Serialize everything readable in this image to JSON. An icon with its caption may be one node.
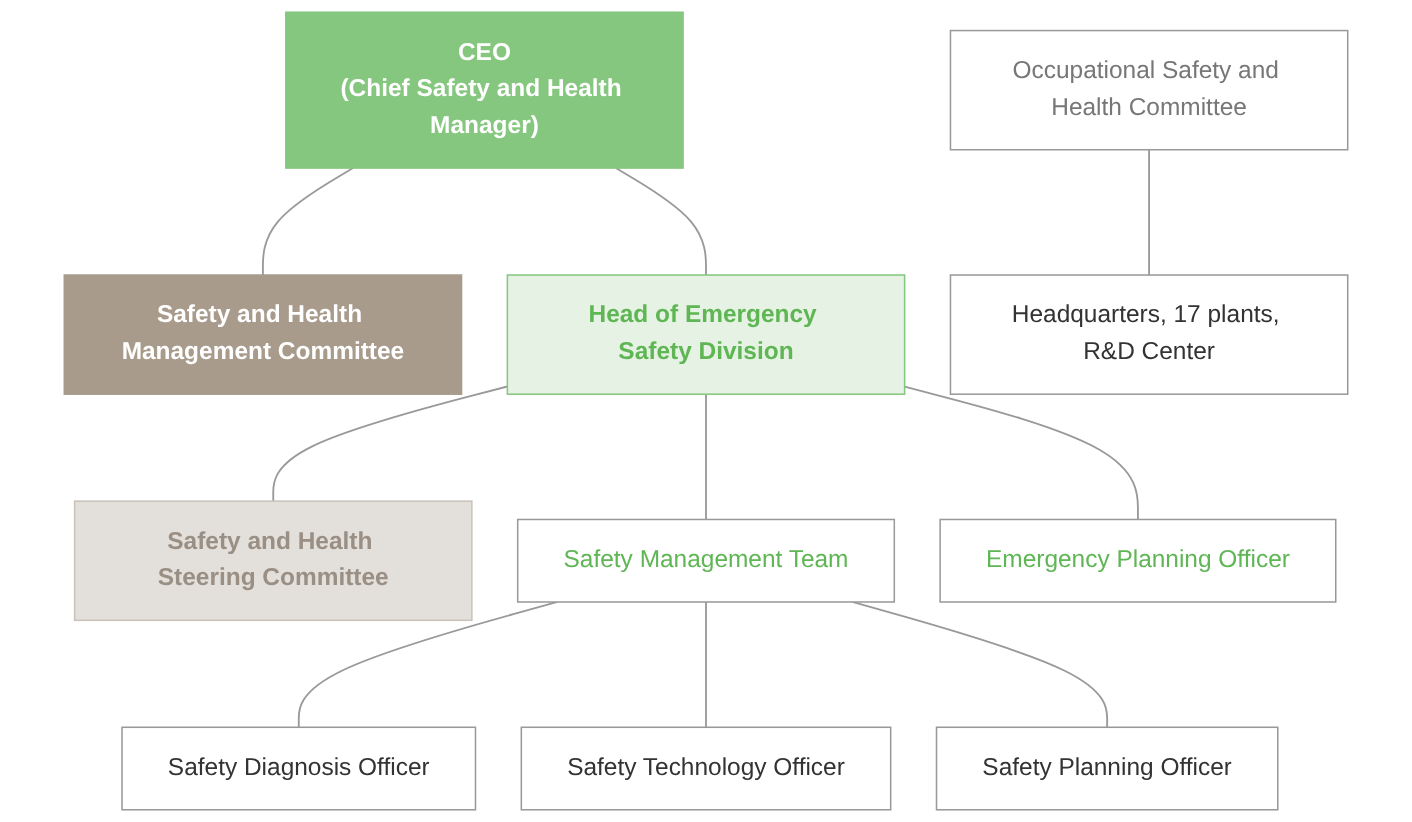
{
  "diagram": {
    "nodes": [
      {
        "text": [
          "CEO",
          "(Chief Safety and Health Manager)"
        ]
      },
      {
        "text": [
          "Safety and Health Management Committee"
        ]
      },
      {
        "text": [
          "Head of Emergency Safety Division"
        ]
      },
      {
        "text": [
          "Safety and Health Steering Committee"
        ]
      },
      {
        "text": [
          "Safety Management Team"
        ]
      },
      {
        "text": [
          "Emergency Planning Officer"
        ]
      },
      {
        "text": [
          "Occupational Safety and Health Committee"
        ]
      },
      {
        "text": [
          "Safety Diagnosis Officer"
        ]
      },
      {
        "text": [
          "Safety Technology Officer"
        ]
      },
      {
        "text": [
          "Safety Planning Officer"
        ]
      },
      {
        "text": [
          "Headquarters, 17 plants, R&D Center"
        ]
      }
    ],
    "edges": [
      {
        "from": 0,
        "to": 1,
        "arrow": "none"
      },
      {
        "from": 0,
        "to": 2,
        "arrow": "none"
      },
      {
        "from": 2,
        "to": 3,
        "arrow": "none"
      },
      {
        "from": 2,
        "to": 4,
        "arrow": "none"
      },
      {
        "from": 2,
        "to": 5,
        "arrow": "none"
      },
      {
        "from": 4,
        "to": 7,
        "arrow": "none"
      },
      {
        "from": 4,
        "to": 8,
        "arrow": "none"
      },
      {
        "from": 4,
        "to": 9,
        "arrow": "none"
      },
      {
        "from": 6,
        "to": 10,
        "arrow": "none"
      }
    ]
  }
}
